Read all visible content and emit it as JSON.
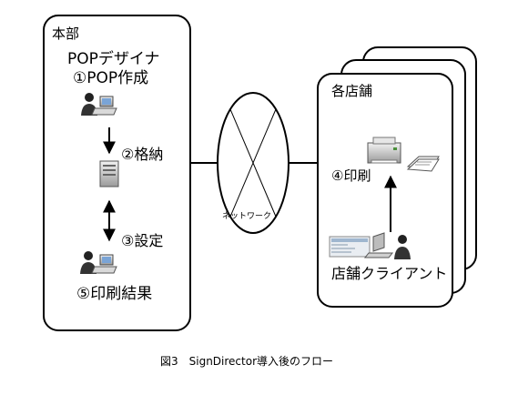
{
  "headquarters": {
    "title": "本部",
    "app_name": "POPデザイナ",
    "step1": "①POP作成",
    "step2": "②格納",
    "step3": "③設定",
    "step5": "⑤印刷結果",
    "icons": [
      "user-pc-icon",
      "server-icon",
      "user-pc-icon"
    ]
  },
  "network": {
    "label": "ネットワーク"
  },
  "stores": {
    "title": "各店舗",
    "step4": "④印刷",
    "client_label": "店舗クライアント",
    "icons": [
      "printer-icon",
      "paper-stack-icon",
      "laptop-user-icon"
    ]
  },
  "caption": "図3　SignDirector導入後のフロー",
  "colors": {
    "line": "#000000",
    "fill": "#ffffff"
  }
}
